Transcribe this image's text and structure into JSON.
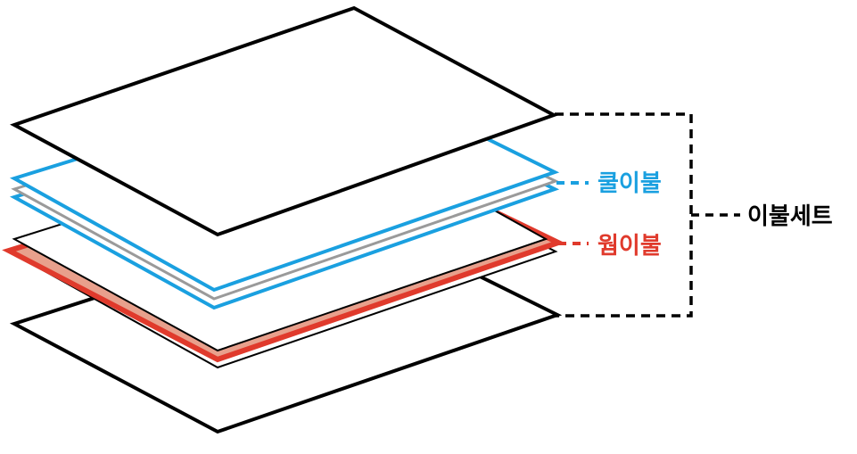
{
  "labels": {
    "cool": "쿨이불",
    "warm": "웜이불",
    "set": "이불세트"
  },
  "colors": {
    "cool": "#1aa0e0",
    "warm": "#e03a2c",
    "warm_fill": "#e8a08c",
    "outline": "#000000",
    "gray": "#9a9a9a",
    "bracket": "#000000"
  },
  "layers": [
    "top-sheet",
    "cool-blanket",
    "gray-liner",
    "white-sheet",
    "warm-blanket",
    "bottom-sheet"
  ]
}
